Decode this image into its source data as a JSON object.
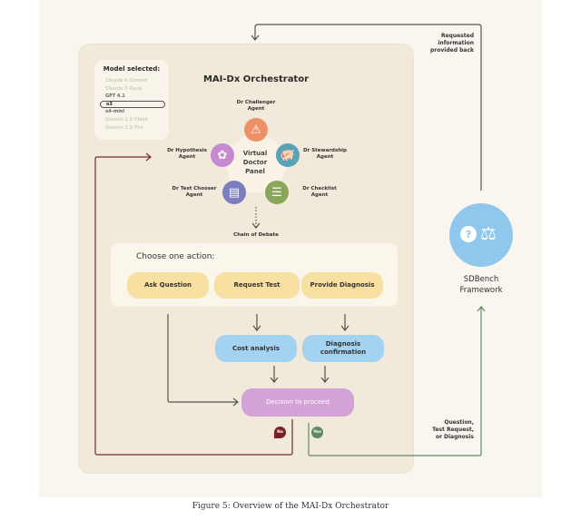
{
  "diagram": {
    "title": "MAI-Dx Orchestrator",
    "model_selector": {
      "title": "Model selected:",
      "models": [
        {
          "name": "Claude 4 Sonnet",
          "state": "faded"
        },
        {
          "name": "Claude 4 Opus",
          "state": "faded"
        },
        {
          "name": "GPT 4.1",
          "state": "visible"
        },
        {
          "name": "o3",
          "state": "selected"
        },
        {
          "name": "o4-mini",
          "state": "visible"
        },
        {
          "name": "Gemini 2.5 Flash",
          "state": "faded"
        },
        {
          "name": "Gemini 2.5 Pro",
          "state": "faded"
        }
      ]
    },
    "panel": {
      "label": [
        "Virtual",
        "Doctor",
        "Panel"
      ],
      "agents": [
        {
          "name": "Dr Challenger Agent",
          "line1": "Dr Challenger",
          "line2": "Agent",
          "icon": "warning-shield-icon",
          "color": "#ef8f66"
        },
        {
          "name": "Dr Stewardship Agent",
          "line1": "Dr Stewardship",
          "line2": "Agent",
          "icon": "piggy-bank-icon",
          "color": "#5aa3b6"
        },
        {
          "name": "Dr Checklist Agent",
          "line1": "Dr Checklist",
          "line2": "Agent",
          "icon": "checklist-icon",
          "color": "#8aa65a"
        },
        {
          "name": "Dr Test Chooser Agent",
          "line1": "Dr Test Chooser",
          "line2": "Agent",
          "icon": "test-card-icon",
          "color": "#7c7ec0"
        },
        {
          "name": "Dr Hypothesis Agent",
          "line1": "Dr Hypothesis",
          "line2": "Agent",
          "icon": "brain-icon",
          "color": "#c58ad0"
        }
      ],
      "debate_label": "Chain of Debate"
    },
    "actions": {
      "title": "Choose one action:",
      "options": [
        "Ask Question",
        "Request Test",
        "Provide Diagnosis"
      ]
    },
    "checks": {
      "cost": "Cost analysis",
      "diagnosis_line1": "Diagnosis",
      "diagnosis_line2": "confirmation"
    },
    "decision": {
      "label": "Decision to proceed",
      "no": "No",
      "yes": "Yes"
    },
    "sdbench": {
      "line1": "SDBench",
      "line2": "Framework"
    },
    "return_label": [
      "Requested",
      "information",
      "provided back"
    ],
    "send_label": [
      "Question,",
      "Test Request,",
      "or Diagnosis"
    ],
    "colors": {
      "no": "#7a1f22",
      "yes": "#5f8a5f",
      "action": "#f8e0a3",
      "check": "#a3d3f0",
      "decision": "#d3a3d8",
      "sdbench": "#8fc8ec"
    }
  },
  "caption": "Figure 5: Overview of the MAI-Dx Orchestrator"
}
